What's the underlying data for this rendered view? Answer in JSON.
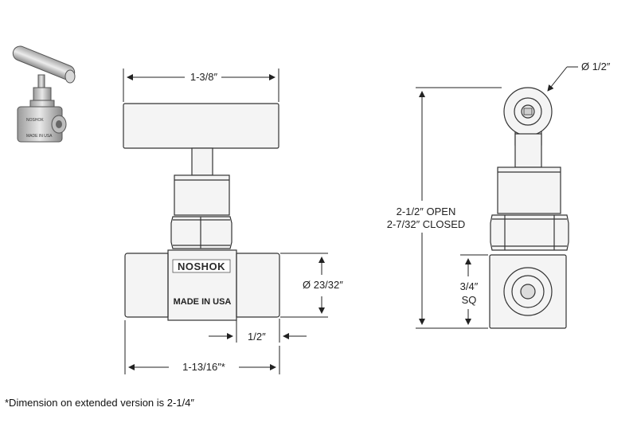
{
  "front_view": {
    "handle_width": "1-3/8″",
    "body_diameter": "Ø 23/32″",
    "port_length": "1/2″",
    "overall_length": "1-13/16″*",
    "brand": "NOSHOK",
    "made_in": "MADE IN USA"
  },
  "side_view": {
    "handle_diameter": "Ø 1/2″",
    "height_open": "2-1/2″ OPEN",
    "height_closed": "2-7/32″ CLOSED",
    "square_size": "3/4″",
    "square_label": "SQ"
  },
  "thumbnail": {
    "brand": "NOSHOK",
    "made_in": "MADE IN USA"
  },
  "footnote": "*Dimension on extended version is 2-1/4″",
  "colors": {
    "line": "#333333",
    "body_fill": "#f2f2f2",
    "thumb_metal": "#c8c8c8"
  }
}
